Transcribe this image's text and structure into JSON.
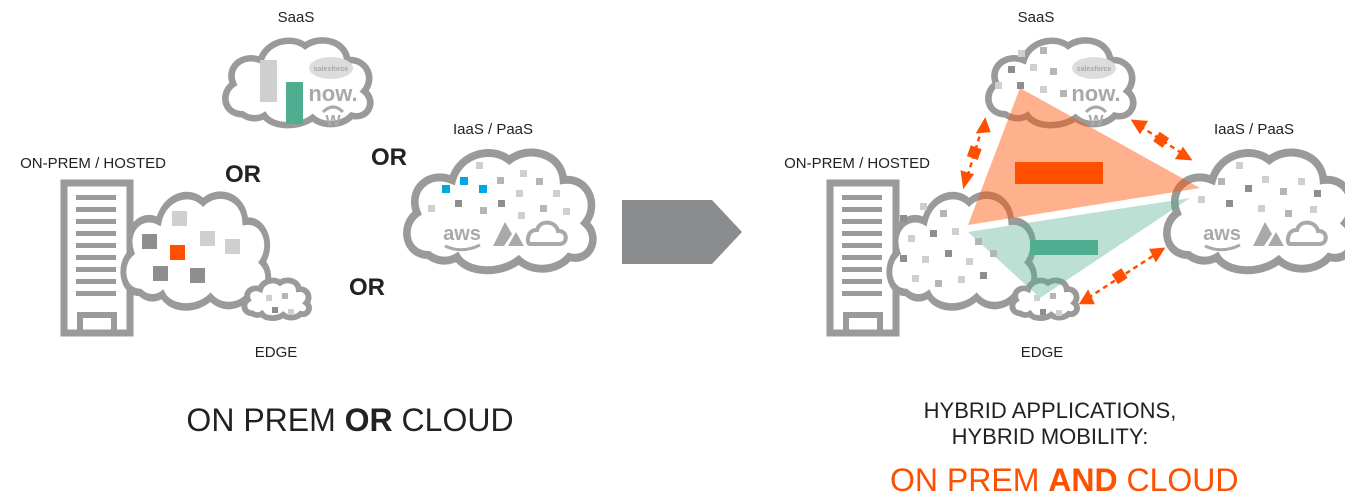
{
  "left": {
    "saas_label": "SaaS",
    "iaas_label": "IaaS / PaaS",
    "onprem_label": "ON-PREM / HOSTED",
    "edge_label": "EDGE",
    "or_1": "OR",
    "or_2": "OR",
    "or_3": "OR",
    "caption_pre": "ON PREM ",
    "caption_bold": "OR",
    "caption_post": " CLOUD"
  },
  "right": {
    "saas_label": "SaaS",
    "iaas_label": "IaaS / PaaS",
    "onprem_label": "ON-PREM / HOSTED",
    "edge_label": "EDGE",
    "subtitle_line1": "HYBRID APPLICATIONS,",
    "subtitle_line2": "HYBRID MOBILITY:",
    "caption_pre": "ON PREM ",
    "caption_bold": "AND",
    "caption_post": " CLOUD"
  },
  "logos": {
    "salesforce": "salesforce",
    "now": "now.",
    "workday": "W",
    "aws": "aws"
  },
  "colors": {
    "cloud_stroke": "#9a9a9a",
    "accent_orange": "#fe5000",
    "accent_green": "#4fae8f",
    "accent_blue": "#00a8e1",
    "arrow_gray": "#8a8c8e"
  }
}
